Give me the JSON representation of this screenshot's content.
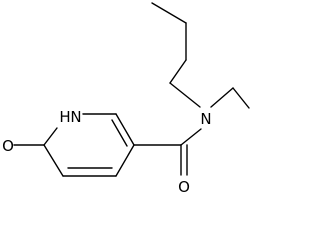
{
  "structure": {
    "atoms": {
      "n_amide": "N",
      "nh_ring": "H",
      "n_ring": "N",
      "o_amide": "O",
      "o_ring": "O"
    },
    "colors": {
      "bond": "#000000",
      "label": "#000000",
      "background": "#ffffff"
    }
  }
}
